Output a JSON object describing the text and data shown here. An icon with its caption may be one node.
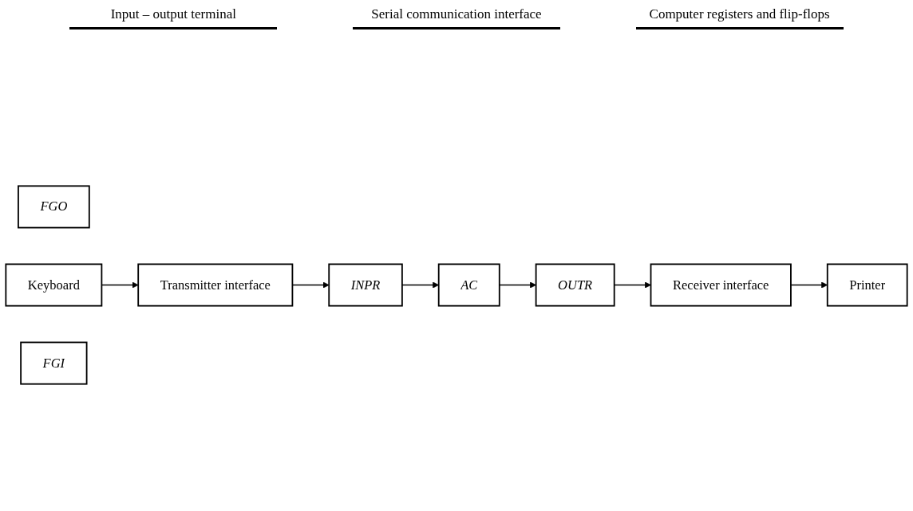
{
  "diagram": {
    "nodes": [
      {
        "text": [
          "Printer"
        ]
      },
      {
        "text": [
          "Receiver interface"
        ]
      },
      {
        "text": [
          "OUTR"
        ]
      },
      {
        "text": [
          "FGO"
        ]
      },
      {
        "text": [
          "AC"
        ]
      },
      {
        "text": [
          "Keyboard"
        ]
      },
      {
        "text": [
          "Transmitter interface"
        ]
      },
      {
        "text": [
          "INPR"
        ]
      },
      {
        "text": [
          "FGI"
        ]
      }
    ],
    "edges": [
      {
        "from": 1,
        "to": 0,
        "arrow": "to"
      },
      {
        "from": 2,
        "to": 1,
        "arrow": "to"
      },
      {
        "from": 4,
        "to": 2,
        "arrow": "to"
      },
      {
        "from": 5,
        "to": 6,
        "arrow": "to"
      },
      {
        "from": 6,
        "to": 7,
        "arrow": "to"
      },
      {
        "from": 7,
        "to": 4,
        "arrow": "to"
      }
    ],
    "labels": [
      "Input – output terminal",
      "Serial communication interface",
      "Computer registers and flip-flops"
    ]
  }
}
